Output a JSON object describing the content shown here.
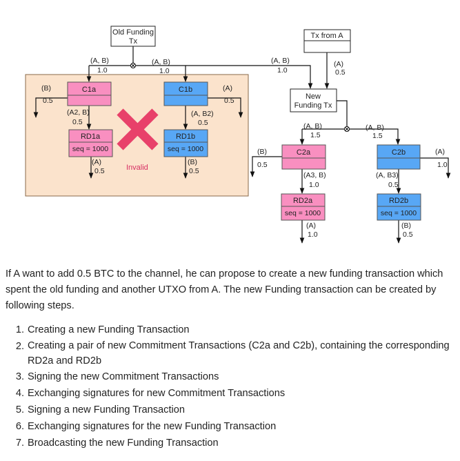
{
  "diagram": {
    "boxes": {
      "old_funding": [
        "Old Funding",
        "Tx"
      ],
      "tx_from_a": [
        "Tx from A"
      ],
      "new_funding": [
        "New",
        "Funding Tx"
      ],
      "c1a": "C1a",
      "c1b": "C1b",
      "rd1a": [
        "RD1a",
        "seq = 1000"
      ],
      "rd1b": [
        "RD1b",
        "seq = 1000"
      ],
      "c2a": "C2a",
      "c2b": "C2b",
      "rd2a": [
        "RD2a",
        "seq = 1000"
      ],
      "rd2b": [
        "RD2b",
        "seq = 1000"
      ]
    },
    "labels": {
      "ab_c1a": [
        "(A, B)",
        "1.0"
      ],
      "ab_c1b": [
        "(A, B)",
        "1.0"
      ],
      "ab_new": [
        "(A, B)",
        "1.0"
      ],
      "a_txa": [
        "(A)",
        "0.5"
      ],
      "b_c1a": [
        "(B)",
        "0.5"
      ],
      "a2b_c1a": [
        "(A2, B)",
        "0.5"
      ],
      "a_c1b": [
        "(A)",
        "0.5"
      ],
      "ab2_c1b": [
        "(A, B2)",
        "0.5"
      ],
      "a_rd1a": [
        "(A)",
        "0.5"
      ],
      "b_rd1b": [
        "(B)",
        "0.5"
      ],
      "ab_c2a": [
        "(A, B)",
        "1.5"
      ],
      "ab_c2b": [
        "(A, B)",
        "1.5"
      ],
      "b_c2a": [
        "(B)",
        "0.5"
      ],
      "a3b_c2a": [
        "(A3, B)",
        "1.0"
      ],
      "a_c2b": [
        "(A)",
        "1.0"
      ],
      "ab3_c2b": [
        "(A, B3)",
        "0.5"
      ],
      "a_rd2a": [
        "(A)",
        "1.0"
      ],
      "b_rd2b": [
        "(B)",
        "0.5"
      ]
    },
    "invalid": "Invalid",
    "colors": {
      "pink": "#f98fc0",
      "blue": "#58a7f5",
      "invalid_bg": "#fbe3cc",
      "cross": "#e8416a",
      "invalid_text": "#d72f63"
    }
  },
  "text": {
    "intro": "If A want to add 0.5 BTC to the channel, he can propose to create a new funding transaction which spent the old funding and another UTXO from A. The new Funding transaction can be created by following steps.",
    "steps": [
      "Creating a new Funding Transaction",
      "Creating a pair of new Commitment Transactions (C2a and C2b), containing the corresponding RD2a and RD2b",
      "Signing the new Commitment Transactions",
      "Exchanging signatures for new Commitment Transactions",
      "Signing a new Funding Transaction",
      "Exchanging signatures for the new Funding Transaction",
      "Broadcasting the new Funding Transaction"
    ]
  }
}
